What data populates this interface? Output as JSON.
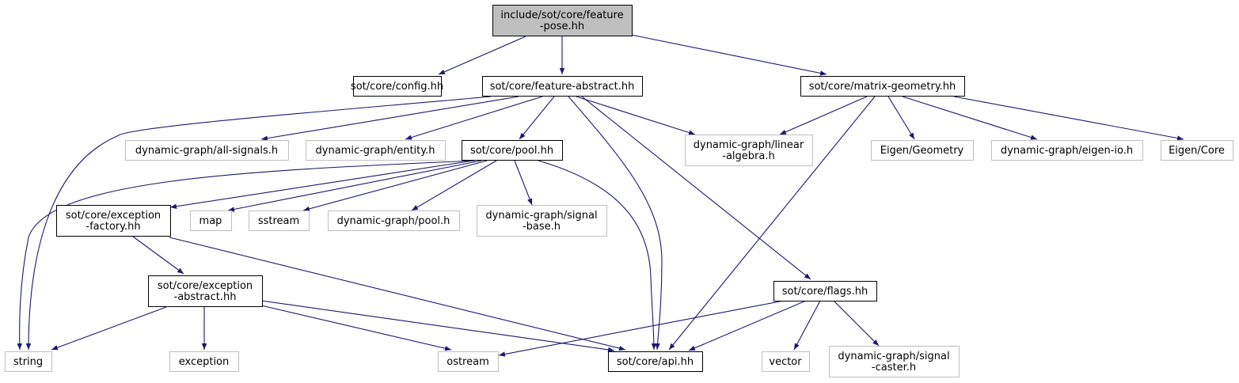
{
  "colors": {
    "edge": "#191970",
    "root_fill": "#bfbfbf",
    "root_border": "#000000",
    "local_border": "#000000",
    "external_border": "#bfbfbf",
    "node_fill": "#ffffff",
    "text": "#000000"
  },
  "nodes": {
    "root": {
      "lines": [
        "include/sot/core/feature",
        "-pose.hh"
      ],
      "kind": "root"
    },
    "config": {
      "lines": [
        "sot/core/config.hh"
      ],
      "kind": "local"
    },
    "feature_abstract": {
      "lines": [
        "sot/core/feature-abstract.hh"
      ],
      "kind": "local"
    },
    "matrix_geometry": {
      "lines": [
        "sot/core/matrix-geometry.hh"
      ],
      "kind": "local"
    },
    "all_signals": {
      "lines": [
        "dynamic-graph/all-signals.h"
      ],
      "kind": "external"
    },
    "entity": {
      "lines": [
        "dynamic-graph/entity.h"
      ],
      "kind": "external"
    },
    "pool_hh": {
      "lines": [
        "sot/core/pool.hh"
      ],
      "kind": "local"
    },
    "linear_algebra": {
      "lines": [
        "dynamic-graph/linear",
        "-algebra.h"
      ],
      "kind": "external"
    },
    "eigen_geometry": {
      "lines": [
        "Eigen/Geometry"
      ],
      "kind": "external"
    },
    "eigen_io": {
      "lines": [
        "dynamic-graph/eigen-io.h"
      ],
      "kind": "external"
    },
    "eigen_core": {
      "lines": [
        "Eigen/Core"
      ],
      "kind": "external"
    },
    "exception_factory": {
      "lines": [
        "sot/core/exception",
        "-factory.hh"
      ],
      "kind": "local"
    },
    "map": {
      "lines": [
        "map"
      ],
      "kind": "external"
    },
    "sstream": {
      "lines": [
        "sstream"
      ],
      "kind": "external"
    },
    "dg_pool": {
      "lines": [
        "dynamic-graph/pool.h"
      ],
      "kind": "external"
    },
    "signal_base": {
      "lines": [
        "dynamic-graph/signal",
        "-base.h"
      ],
      "kind": "external"
    },
    "exception_abstract": {
      "lines": [
        "sot/core/exception",
        "-abstract.hh"
      ],
      "kind": "local"
    },
    "flags": {
      "lines": [
        "sot/core/flags.hh"
      ],
      "kind": "local"
    },
    "string": {
      "lines": [
        "string"
      ],
      "kind": "external"
    },
    "exception": {
      "lines": [
        "exception"
      ],
      "kind": "external"
    },
    "ostream": {
      "lines": [
        "ostream"
      ],
      "kind": "external"
    },
    "api": {
      "lines": [
        "sot/core/api.hh"
      ],
      "kind": "local"
    },
    "vector": {
      "lines": [
        "vector"
      ],
      "kind": "external"
    },
    "signal_caster": {
      "lines": [
        "dynamic-graph/signal",
        "-caster.h"
      ],
      "kind": "external"
    }
  },
  "edges": [
    [
      "root",
      "config"
    ],
    [
      "root",
      "feature_abstract"
    ],
    [
      "root",
      "matrix_geometry"
    ],
    [
      "feature_abstract",
      "string"
    ],
    [
      "feature_abstract",
      "all_signals"
    ],
    [
      "feature_abstract",
      "entity"
    ],
    [
      "feature_abstract",
      "pool_hh"
    ],
    [
      "feature_abstract",
      "linear_algebra"
    ],
    [
      "feature_abstract",
      "api"
    ],
    [
      "feature_abstract",
      "flags"
    ],
    [
      "matrix_geometry",
      "linear_algebra"
    ],
    [
      "matrix_geometry",
      "eigen_geometry"
    ],
    [
      "matrix_geometry",
      "eigen_io"
    ],
    [
      "matrix_geometry",
      "eigen_core"
    ],
    [
      "matrix_geometry",
      "api"
    ],
    [
      "pool_hh",
      "exception_factory"
    ],
    [
      "pool_hh",
      "map"
    ],
    [
      "pool_hh",
      "sstream"
    ],
    [
      "pool_hh",
      "dg_pool"
    ],
    [
      "pool_hh",
      "signal_base"
    ],
    [
      "pool_hh",
      "string"
    ],
    [
      "pool_hh",
      "api"
    ],
    [
      "exception_factory",
      "exception_abstract"
    ],
    [
      "exception_factory",
      "api"
    ],
    [
      "exception_abstract",
      "string"
    ],
    [
      "exception_abstract",
      "exception"
    ],
    [
      "exception_abstract",
      "ostream"
    ],
    [
      "exception_abstract",
      "api"
    ],
    [
      "flags",
      "ostream"
    ],
    [
      "flags",
      "api"
    ],
    [
      "flags",
      "vector"
    ],
    [
      "flags",
      "signal_caster"
    ]
  ]
}
